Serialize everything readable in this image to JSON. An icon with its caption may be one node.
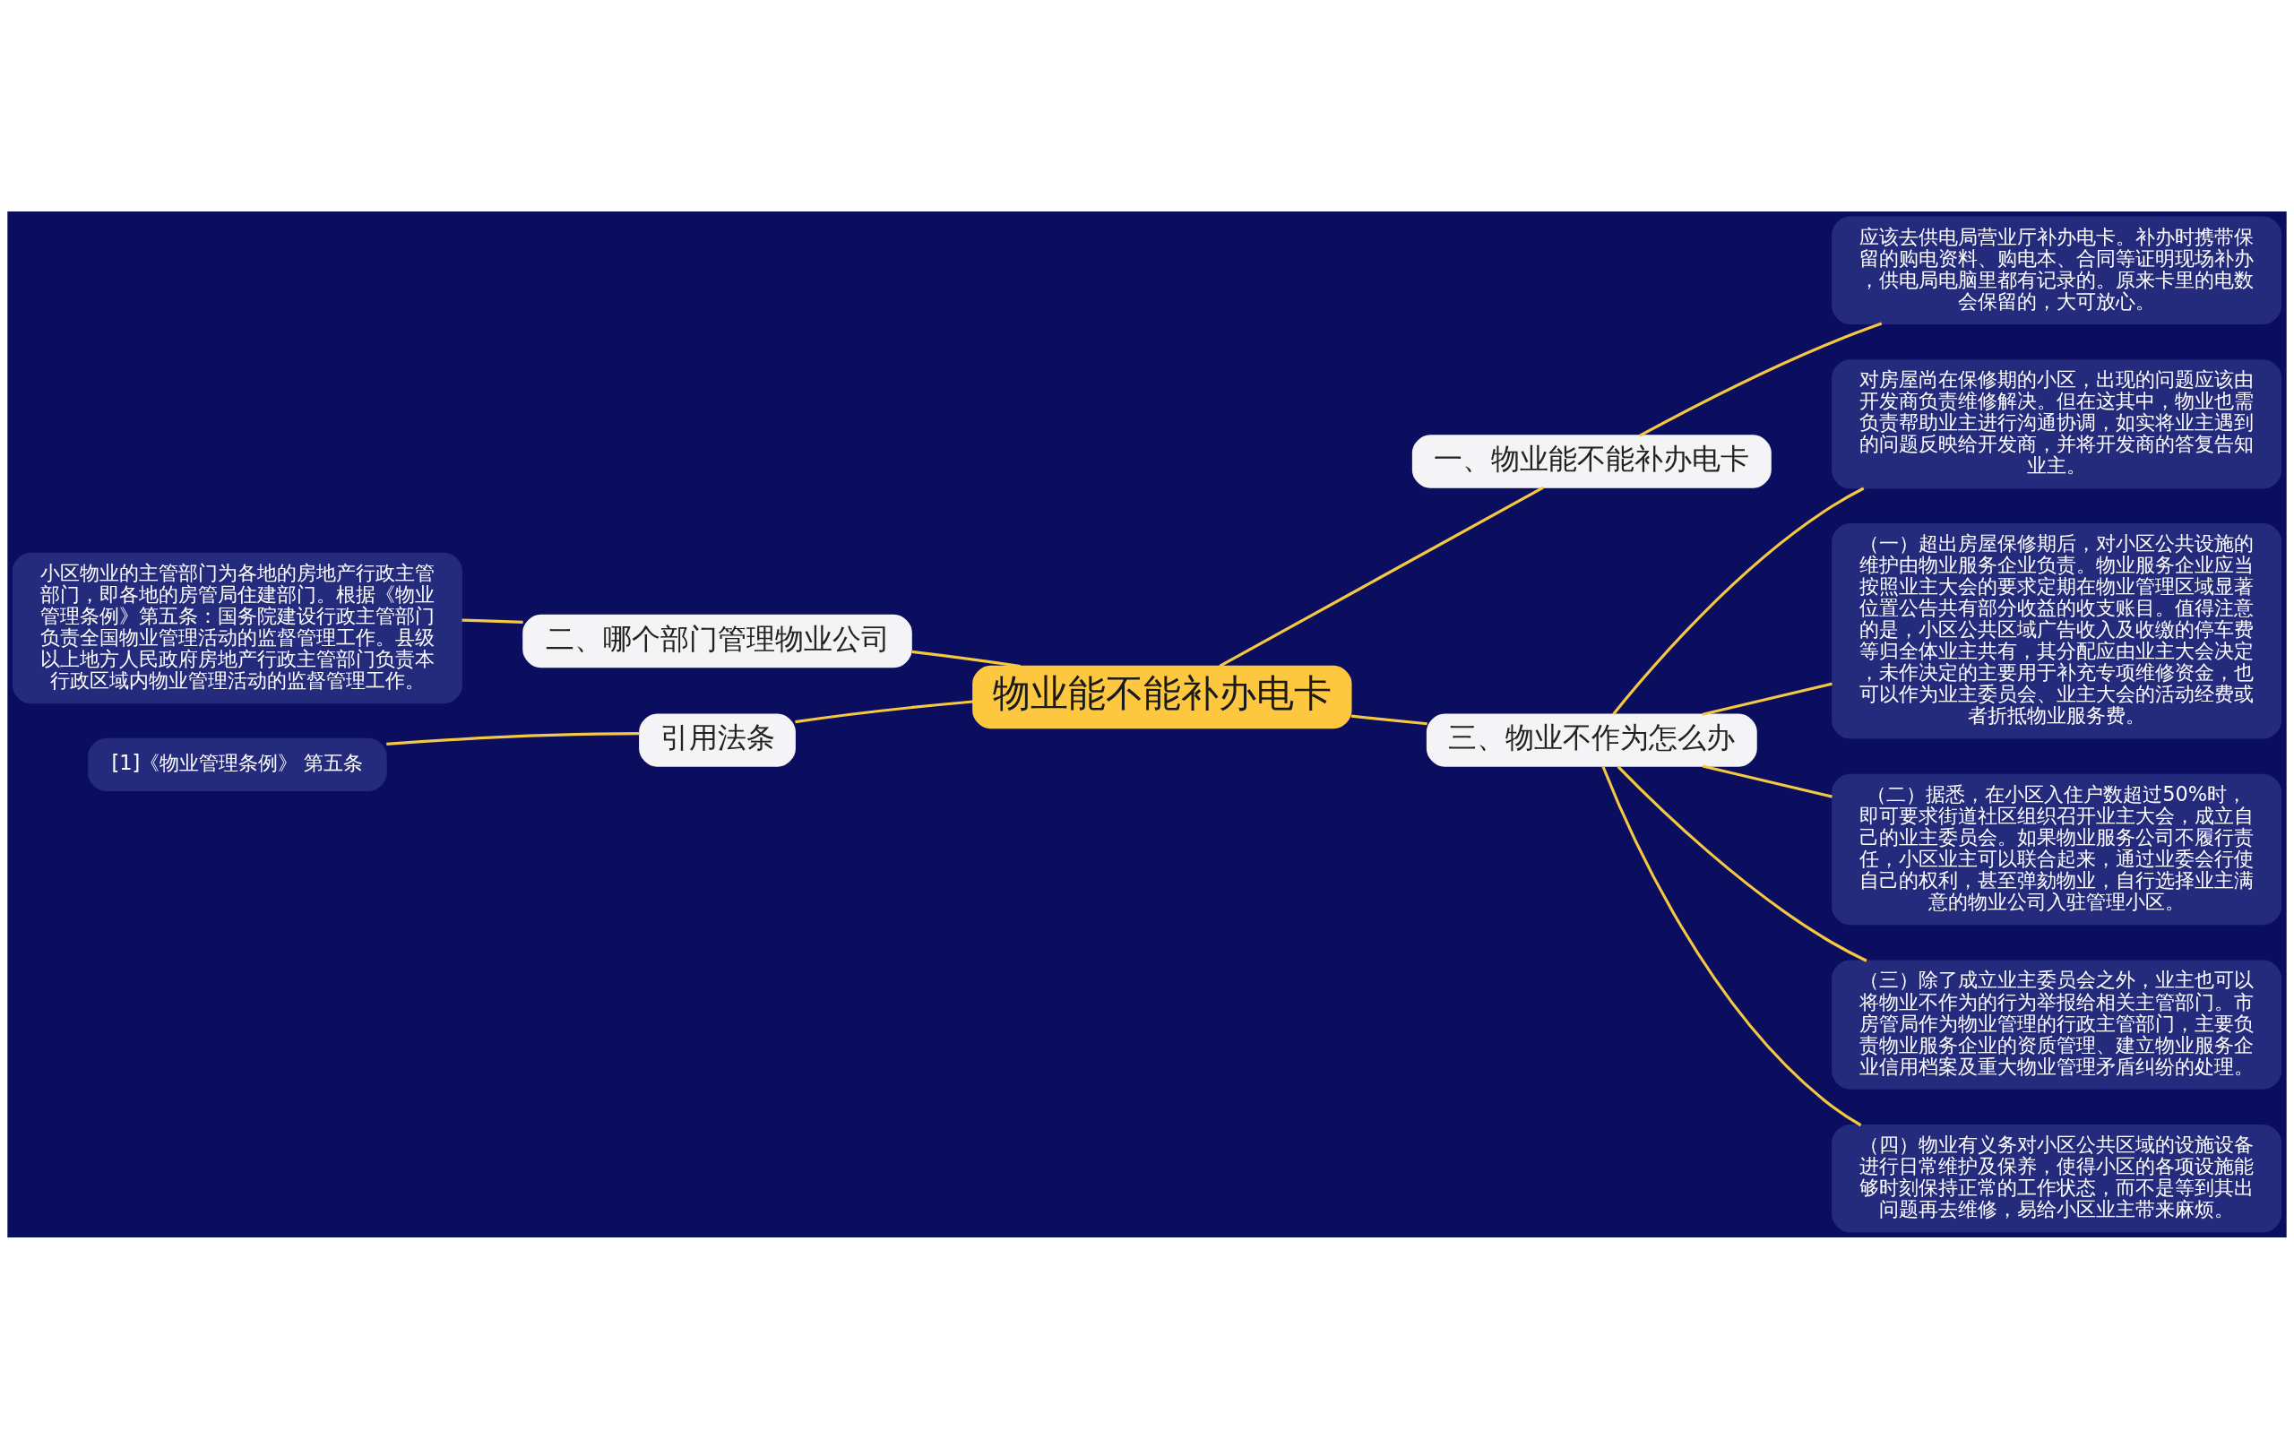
{
  "diagram": {
    "nodes": [
      {
        "text": [
          "物业能不能补办电卡"
        ]
      },
      {
        "text": [
          "一、物业能不能补办电卡"
        ]
      },
      {
        "text": [
          "应该去供电局营业厅补办电卡。补办时携带保留的购电资料、购电本、合同等证明现场补办，供电局电脑里都有记录的。原来卡里的电数会保留的，大可放心。"
        ]
      },
      {
        "text": [
          "三、物业不作为怎么办"
        ]
      },
      {
        "text": [
          "对房屋尚在保修期的小区，出现的问题应该由开发商负责维修解决。但在这其中，物业也需负责帮助业主进行沟通协调，如实将业主遇到的问题反映给开发商，并将开发商的答复告知业主。"
        ]
      },
      {
        "text": [
          "（一）超出房屋保修期后，对小区公共设施的维护由物业服务企业负责。物业服务企业应当按照业主大会的要求定期在物业管理区域显著位置公告共有部分收益的收支账目。值得注意的是，小区公共区域广告收入及收缴的停车费等归全体业主共有，其分配应由业主大会决定，未作决定的主要用于补充专项维修资金，也可以作为业主委员会、业主大会的活动经费或者折抵物业服务费。"
        ]
      },
      {
        "text": [
          "（二）据悉，在小区入住户数超过50%时，即可要求街道社区组织召开业主大会，成立自己的业主委员会。如果物业服务公司不履行责任，小区业主可以联合起来，通过业委会行使自己的权利，甚至弹劾物业，自行选择业主满意的物业公司入驻管理小区。"
        ]
      },
      {
        "text": [
          "（三）除了成立业主委员会之外，业主也可以将物业不作为的行为举报给相关主管部门。市房管局作为物业管理的行政主管部门，主要负责物业服务企业的资质管理、建立物业服务企业信用档案及重大物业管理矛盾纠纷的处理。"
        ]
      },
      {
        "text": [
          "（四）物业有义务对小区公共区域的设施设备进行日常维护及保养，使得小区的各项设施能够时刻保持正常的工作状态，而不是等到其出问题再去维修，易给小区业主带来麻烦。"
        ]
      },
      {
        "text": [
          "二、哪个部门管理物业公司"
        ]
      },
      {
        "text": [
          "小区物业的主管部门为各地的房地产行政主管部门，即各地的房管局住建部门。根据《物业管理条例》第五条：国务院建设行政主管部门负责全国物业管理活动的监督管理工作。县级以上地方人民政府房地产行政主管部门负责本行政区域内物业管理活动的监督管理工作。"
        ]
      },
      {
        "text": [
          "引用法条"
        ]
      },
      {
        "text": [
          "[1]《物业管理条例》 第五条"
        ]
      }
    ],
    "edges": [
      {
        "from": 0,
        "to": 1,
        "arrow": "none"
      },
      {
        "from": 1,
        "to": 2,
        "arrow": "none"
      },
      {
        "from": 0,
        "to": 3,
        "arrow": "none"
      },
      {
        "from": 3,
        "to": 4,
        "arrow": "none"
      },
      {
        "from": 3,
        "to": 5,
        "arrow": "none"
      },
      {
        "from": 3,
        "to": 6,
        "arrow": "none"
      },
      {
        "from": 3,
        "to": 7,
        "arrow": "none"
      },
      {
        "from": 3,
        "to": 8,
        "arrow": "none"
      },
      {
        "from": 0,
        "to": 9,
        "arrow": "none"
      },
      {
        "from": 9,
        "to": 10,
        "arrow": "none"
      },
      {
        "from": 0,
        "to": 11,
        "arrow": "none"
      },
      {
        "from": 11,
        "to": 12,
        "arrow": "none"
      }
    ]
  }
}
